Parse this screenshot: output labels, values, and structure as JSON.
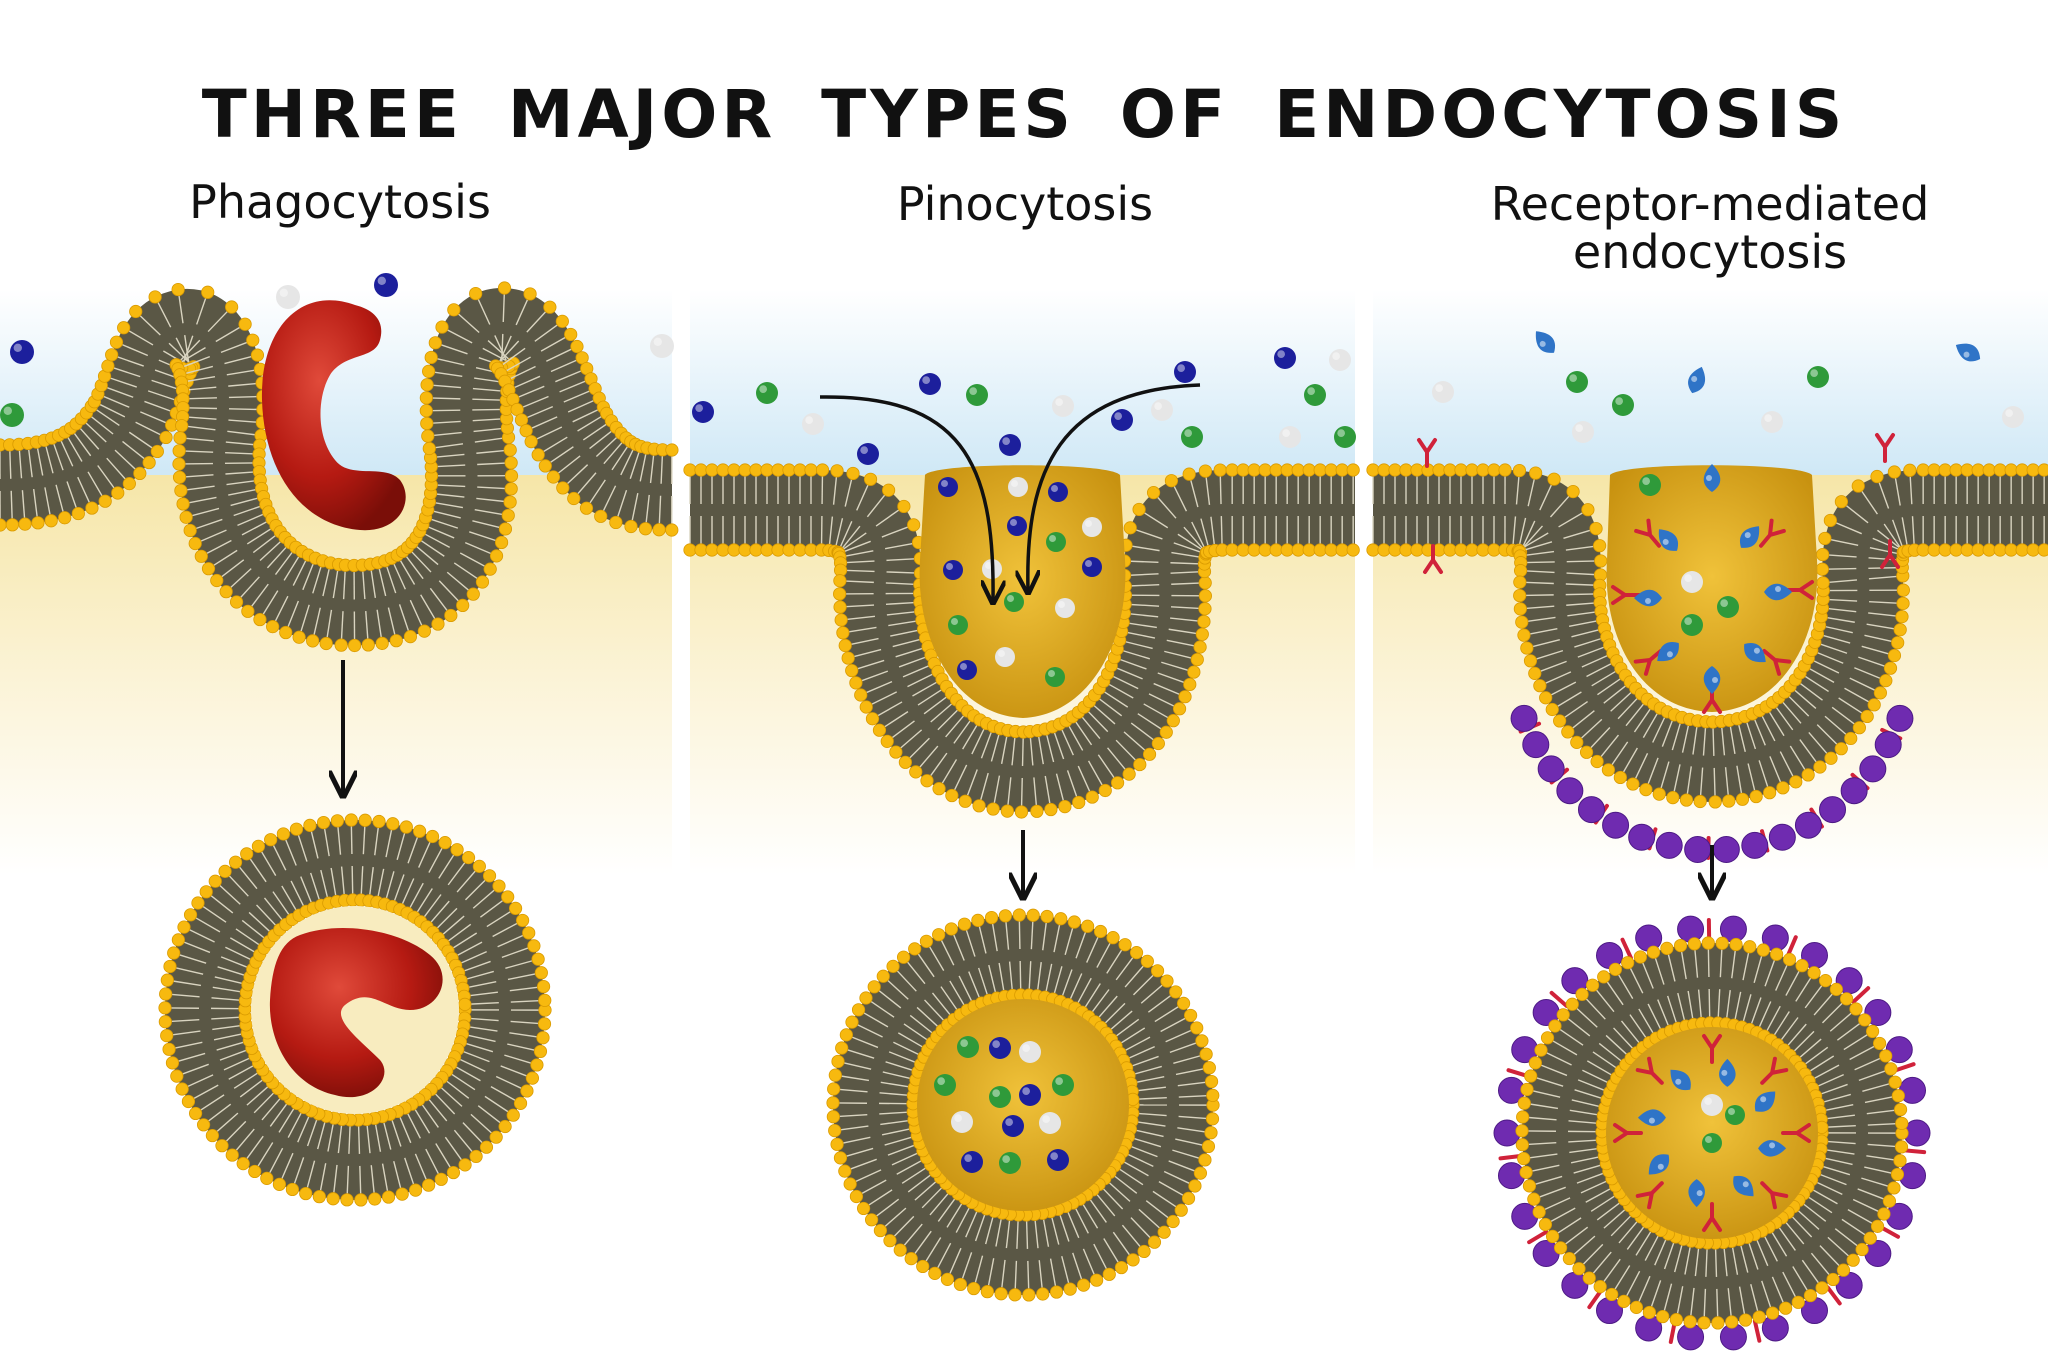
{
  "title": "THREE MAJOR TYPES OF ENDOCYTOSIS",
  "panels": {
    "phagocytosis": {
      "label": "Phagocytosis"
    },
    "pinocytosis": {
      "label": "Pinocytosis"
    },
    "receptor": {
      "label_line1": "Receptor-mediated",
      "label_line2": "endocytosis"
    }
  },
  "colors": {
    "head": "#f7b90f",
    "tail": "#5a5745",
    "tail_line": "#d9d4c0",
    "water": "#cfe8f6",
    "cytoplasm": "#f8ecbf",
    "particle": "#b51a12",
    "blue": "#1c1f9c",
    "green": "#2f9a3a",
    "white": "#e6e6e6",
    "ligand": "#2f74c7",
    "receptor": "#d0223a",
    "coat": "#6f2bb0",
    "lumen": "#d9a418"
  }
}
